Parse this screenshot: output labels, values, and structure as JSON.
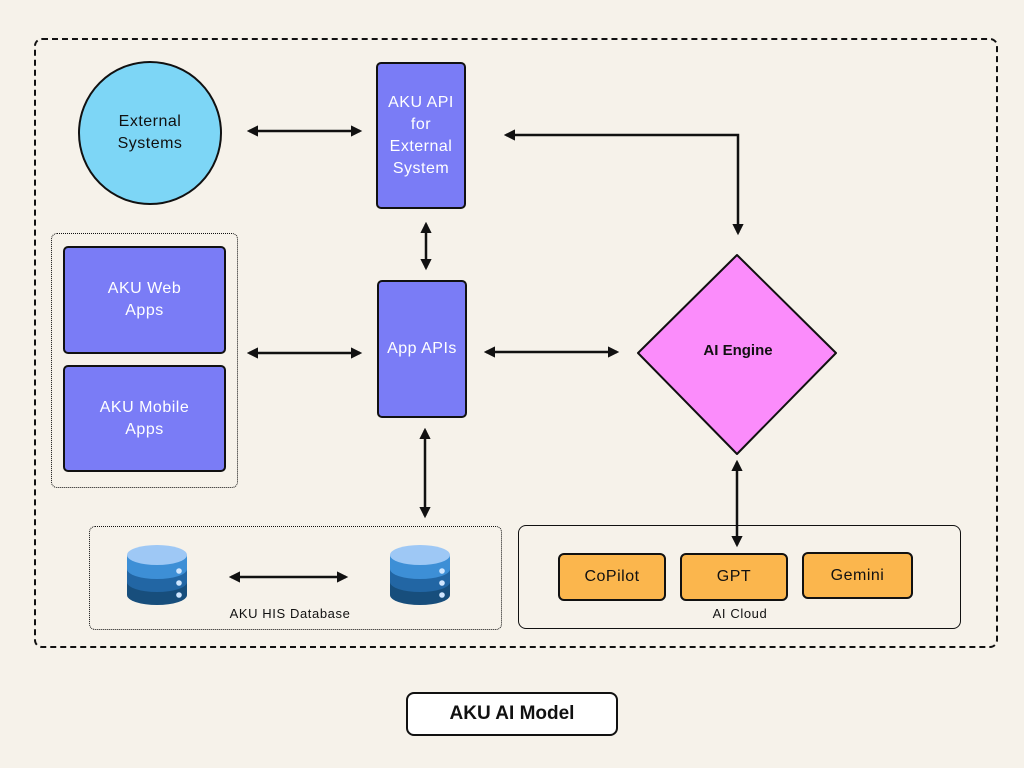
{
  "diagram": {
    "title": "AKU AI Model",
    "nodes": {
      "external_systems": "External\nSystems",
      "api_external": "AKU API\nfor\nExternal\nSystem",
      "app_apis": "App APIs",
      "web_apps": "AKU Web\nApps",
      "mobile_apps": "AKU Mobile\nApps",
      "ai_engine": "AI Engine"
    },
    "database_group": {
      "label": "AKU HIS Database"
    },
    "cloud_group": {
      "label": "AI Cloud",
      "providers": [
        "CoPilot",
        "GPT",
        "Gemini"
      ]
    },
    "colors": {
      "background": "#f6f2ea",
      "app_box": "#7a7cf6",
      "external_circle": "#7dd6f6",
      "engine": "#fb8cfb",
      "provider_pill": "#fbb64d",
      "database": "#3d8fd6"
    },
    "icons": [
      "database-icon",
      "database-icon"
    ]
  }
}
